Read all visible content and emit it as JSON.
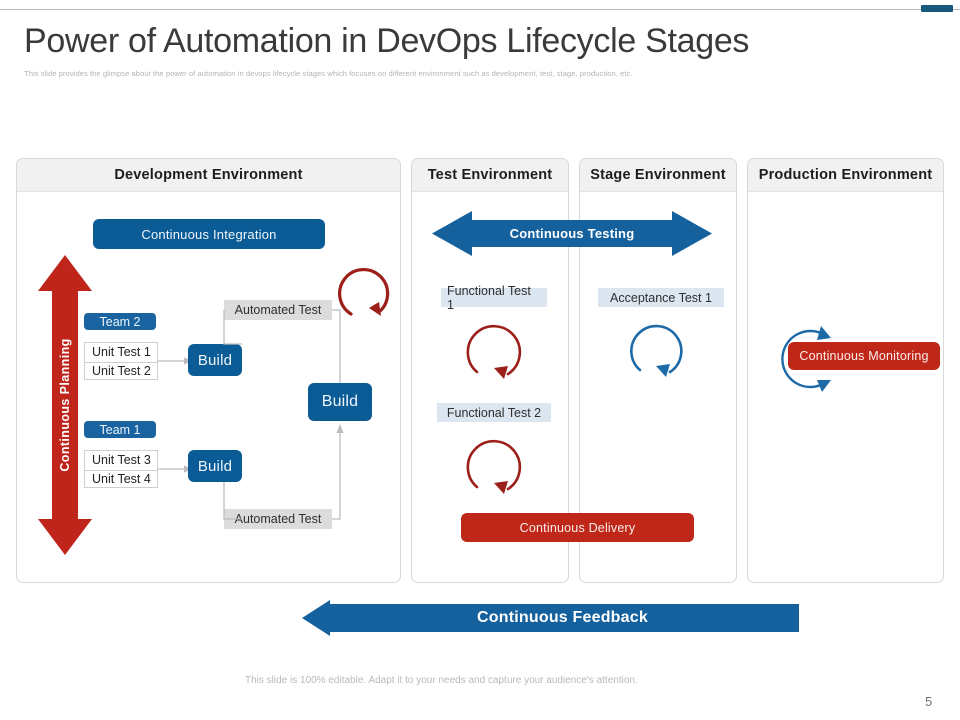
{
  "slide": {
    "title": "Power of Automation in DevOps Lifecycle Stages",
    "subtitle": "This slide provides the glimpse about the power of automation in devops lifecycle stages which focuses on different environment such as development, test, stage, production, etc.",
    "footer_note": "This slide is 100% editable. Adapt it to your needs and capture your audience's attention.",
    "page_number": "5"
  },
  "colors": {
    "blue": "#0b5b96",
    "blue_dark": "#18597d",
    "blue_tag": "#1863a0",
    "red": "#bf2718",
    "red_arrow": "#c0251c",
    "grey_label": "#dcdcdc",
    "blue_label": "#dbe6f1",
    "panel_header": "#f1f1f1",
    "feedback_blue": "#14619e",
    "circle_red": "#9c2019",
    "circle_blue": "#1d6aa8"
  },
  "panels": {
    "development": {
      "header": "Development Environment",
      "continuous_integration": "Continuous Integration",
      "continuous_planning": "Continuous Planning",
      "team_top": {
        "tag": "Team  2",
        "tests": [
          "Unit Test 1",
          "Unit Test 2"
        ],
        "build": "Build",
        "automated_test": "Automated Test"
      },
      "team_bottom": {
        "tag": "Team  1",
        "tests": [
          "Unit Test 3",
          "Unit Test 4"
        ],
        "build": "Build",
        "automated_test": "Automated Test"
      },
      "merged_build": "Build"
    },
    "test": {
      "header": "Test Environment",
      "items": [
        "Functional Test 1",
        "Functional Test 2"
      ],
      "continuous_delivery": "Continuous Delivery"
    },
    "stage": {
      "header": "Stage Environment",
      "items": [
        "Acceptance  Test 1"
      ]
    },
    "production": {
      "header": "Production Environment",
      "continuous_monitoring": "Continuous Monitoring"
    }
  },
  "arrows": {
    "continuous_testing": "Continuous Testing",
    "continuous_feedback": "Continuous Feedback"
  }
}
